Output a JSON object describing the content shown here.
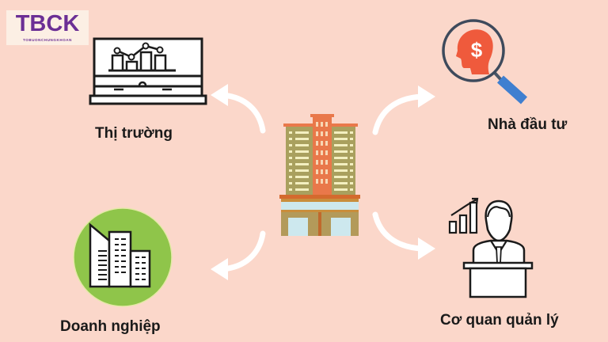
{
  "logo": {
    "main": "TBCK",
    "sub": "TOBUONCHUNGKHOAN",
    "color": "#6b2f95"
  },
  "center": {
    "icon": "building-icon"
  },
  "nodes": [
    {
      "label": "Thị trường",
      "icon": "monitor-chart-icon"
    },
    {
      "label": "Nhà đầu tư",
      "icon": "investor-magnifier-icon"
    },
    {
      "label": "Doanh nghiệp",
      "icon": "office-buildings-icon"
    },
    {
      "label": "Cơ quan quản lý",
      "icon": "official-podium-icon"
    }
  ],
  "colors": {
    "background": "#fbd7ca",
    "arrow": "#ffffff",
    "green_circle": "#8fc54a",
    "magnifier_handle": "#3f7fd0",
    "head": "#ef5a3c",
    "building_orange": "#e9784a",
    "building_olive": "#a9a05e"
  }
}
